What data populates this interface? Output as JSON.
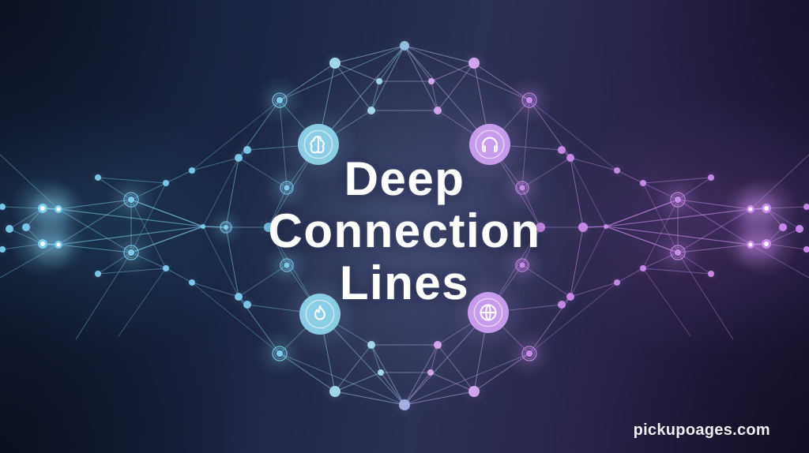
{
  "title": {
    "lines": [
      "Deep",
      "Connection",
      "Lines"
    ]
  },
  "watermark": "pickupoages.com",
  "palette": {
    "background_left": "#16213a",
    "background_center": "#2c3156",
    "background_right": "#211c3c",
    "text_color": "#ffffff",
    "accent_cyan": "#5fd3ff",
    "accent_purple": "#d27bff",
    "node_colors": {
      "c": "#7ecbec",
      "cl": "#a6dcf2",
      "p": "#c88ceb",
      "pl": "#d6aaf2",
      "bt": "#96c2e2",
      "bb": "#a9b2e8",
      "ci": "#8ed2ea",
      "pi": "#cb9ff0"
    },
    "line_base_opacity": 0.42
  },
  "icons": [
    {
      "name": "brain-icon",
      "glyph": "brain",
      "side": "top-left",
      "color": "cyan"
    },
    {
      "name": "headphones-icon",
      "glyph": "headphones",
      "side": "top-right",
      "color": "purple"
    },
    {
      "name": "flame-icon",
      "glyph": "flame",
      "side": "bottom-left",
      "color": "cyan"
    },
    {
      "name": "globe-icon",
      "glyph": "globe",
      "side": "bottom-right",
      "color": "purple"
    }
  ],
  "network": {
    "nodes": [
      [
        512,
        58,
        6,
        "bt",
        "p"
      ],
      [
        600,
        80,
        7,
        "pl",
        "p"
      ],
      [
        670,
        127,
        9,
        "p",
        "r"
      ],
      [
        722,
        200,
        5,
        "p",
        "p"
      ],
      [
        738,
        288,
        6,
        "p",
        "p"
      ],
      [
        722,
        376,
        5,
        "p",
        "p"
      ],
      [
        670,
        448,
        9,
        "p",
        "r"
      ],
      [
        600,
        496,
        7,
        "pl",
        "p"
      ],
      [
        512,
        513,
        7,
        "bb",
        "p"
      ],
      [
        424,
        496,
        7,
        "cl",
        "p"
      ],
      [
        354,
        448,
        9,
        "c",
        "r"
      ],
      [
        302,
        376,
        5,
        "c",
        "p"
      ],
      [
        286,
        288,
        7,
        "c",
        "r"
      ],
      [
        302,
        200,
        5,
        "c",
        "p"
      ],
      [
        354,
        127,
        9,
        "c",
        "r"
      ],
      [
        424,
        80,
        7,
        "cl",
        "p"
      ],
      [
        403,
        183,
        26,
        "ci",
        "i",
        "brain"
      ],
      [
        620,
        183,
        26,
        "pi",
        "i",
        "headphones"
      ],
      [
        405,
        398,
        26,
        "ci",
        "i",
        "flame"
      ],
      [
        618,
        396,
        26,
        "pi",
        "i",
        "globe"
      ],
      [
        480,
        103,
        4,
        "cl",
        "p"
      ],
      [
        546,
        103,
        4,
        "pl",
        "p"
      ],
      [
        470,
        140,
        5,
        "cl",
        "p"
      ],
      [
        554,
        140,
        5,
        "pl",
        "p"
      ],
      [
        340,
        288,
        6,
        "c",
        "p"
      ],
      [
        363,
        238,
        8,
        "c",
        "r"
      ],
      [
        363,
        336,
        8,
        "c",
        "r"
      ],
      [
        684,
        288,
        6,
        "p",
        "p"
      ],
      [
        661,
        238,
        8,
        "p",
        "r"
      ],
      [
        661,
        336,
        8,
        "p",
        "r"
      ],
      [
        313,
        190,
        5,
        "c",
        "p"
      ],
      [
        711,
        190,
        5,
        "p",
        "p"
      ],
      [
        313,
        386,
        5,
        "c",
        "p"
      ],
      [
        711,
        386,
        5,
        "p",
        "p"
      ],
      [
        470,
        437,
        5,
        "cl",
        "p"
      ],
      [
        554,
        437,
        5,
        "pl",
        "p"
      ],
      [
        482,
        472,
        4,
        "cl",
        "p"
      ],
      [
        545,
        472,
        4,
        "pl",
        "p"
      ],
      [
        3,
        262,
        4,
        "c",
        "p"
      ],
      [
        12,
        290,
        5,
        "c",
        "p"
      ],
      [
        3,
        316,
        4,
        "c",
        "p"
      ],
      [
        54,
        264,
        6,
        "c",
        "g"
      ],
      [
        74,
        265,
        5,
        "c",
        "g"
      ],
      [
        54,
        309,
        6,
        "c",
        "g"
      ],
      [
        74,
        310,
        5,
        "c",
        "g"
      ],
      [
        33,
        288,
        5,
        "c",
        "p"
      ],
      [
        124,
        225,
        4,
        "c",
        "p"
      ],
      [
        124,
        347,
        4,
        "c",
        "p"
      ],
      [
        166,
        253,
        9,
        "c",
        "r"
      ],
      [
        166,
        320,
        9,
        "c",
        "r"
      ],
      [
        210,
        232,
        4,
        "c",
        "p"
      ],
      [
        210,
        340,
        4,
        "c",
        "p"
      ],
      [
        243,
        216,
        4,
        "c",
        "p"
      ],
      [
        243,
        358,
        4,
        "c",
        "p"
      ],
      [
        257,
        287,
        3,
        "c",
        "p"
      ],
      [
        1021,
        262,
        4,
        "p",
        "p"
      ],
      [
        1012,
        290,
        5,
        "p",
        "p"
      ],
      [
        1021,
        316,
        4,
        "p",
        "p"
      ],
      [
        970,
        264,
        6,
        "p",
        "g"
      ],
      [
        950,
        265,
        5,
        "p",
        "g"
      ],
      [
        970,
        309,
        6,
        "p",
        "g"
      ],
      [
        950,
        310,
        5,
        "p",
        "g"
      ],
      [
        991,
        288,
        5,
        "p",
        "p"
      ],
      [
        900,
        225,
        4,
        "p",
        "p"
      ],
      [
        900,
        347,
        4,
        "p",
        "p"
      ],
      [
        858,
        253,
        9,
        "p",
        "r"
      ],
      [
        858,
        320,
        9,
        "p",
        "r"
      ],
      [
        814,
        232,
        4,
        "p",
        "p"
      ],
      [
        814,
        340,
        4,
        "p",
        "p"
      ],
      [
        781,
        216,
        4,
        "p",
        "p"
      ],
      [
        781,
        358,
        4,
        "p",
        "p"
      ],
      [
        767,
        287,
        3,
        "p",
        "p"
      ],
      [
        0,
        196,
        0,
        "c",
        "x"
      ],
      [
        0,
        352,
        0,
        "c",
        "x"
      ],
      [
        96,
        430,
        0,
        "c",
        "x"
      ],
      [
        150,
        426,
        0,
        "c",
        "x"
      ],
      [
        1024,
        196,
        0,
        "p",
        "x"
      ],
      [
        1024,
        352,
        0,
        "p",
        "x"
      ],
      [
        928,
        430,
        0,
        "p",
        "x"
      ],
      [
        874,
        426,
        0,
        "p",
        "x"
      ]
    ],
    "edges": [
      [
        0,
        1,
        0.55
      ],
      [
        1,
        2,
        0.55
      ],
      [
        2,
        3,
        0.55
      ],
      [
        3,
        4,
        0.55
      ],
      [
        4,
        5,
        0.55
      ],
      [
        5,
        6,
        0.55
      ],
      [
        6,
        7,
        0.55
      ],
      [
        7,
        8,
        0.55
      ],
      [
        8,
        9,
        0.55
      ],
      [
        9,
        10,
        0.55
      ],
      [
        10,
        11,
        0.55
      ],
      [
        11,
        12,
        0.55
      ],
      [
        12,
        13,
        0.55
      ],
      [
        13,
        14,
        0.55
      ],
      [
        14,
        15,
        0.55
      ],
      [
        15,
        0,
        0.55
      ],
      [
        0,
        20,
        0.5
      ],
      [
        0,
        21,
        0.5
      ],
      [
        0,
        22,
        0.5
      ],
      [
        0,
        23,
        0.5
      ],
      [
        0,
        16,
        0.5
      ],
      [
        0,
        17,
        0.5
      ],
      [
        0,
        14,
        0.45
      ],
      [
        0,
        2,
        0.45
      ],
      [
        15,
        20,
        0.45
      ],
      [
        15,
        22,
        0.45
      ],
      [
        1,
        21,
        0.45
      ],
      [
        1,
        23,
        0.45
      ],
      [
        15,
        16,
        0.5
      ],
      [
        1,
        17,
        0.5
      ],
      [
        8,
        34,
        0.5
      ],
      [
        8,
        35,
        0.5
      ],
      [
        8,
        36,
        0.5
      ],
      [
        8,
        37,
        0.5
      ],
      [
        8,
        18,
        0.5
      ],
      [
        8,
        19,
        0.5
      ],
      [
        8,
        10,
        0.45
      ],
      [
        8,
        6,
        0.45
      ],
      [
        9,
        34,
        0.45
      ],
      [
        9,
        36,
        0.45
      ],
      [
        7,
        35,
        0.45
      ],
      [
        7,
        37,
        0.45
      ],
      [
        9,
        18,
        0.5
      ],
      [
        7,
        19,
        0.5
      ],
      [
        20,
        21
      ],
      [
        20,
        22
      ],
      [
        21,
        23
      ],
      [
        22,
        23
      ],
      [
        22,
        16
      ],
      [
        23,
        17
      ],
      [
        16,
        14
      ],
      [
        16,
        30
      ],
      [
        16,
        25
      ],
      [
        16,
        24
      ],
      [
        17,
        2
      ],
      [
        17,
        31
      ],
      [
        17,
        28
      ],
      [
        17,
        27
      ],
      [
        18,
        10
      ],
      [
        18,
        32
      ],
      [
        18,
        26
      ],
      [
        18,
        24
      ],
      [
        18,
        34
      ],
      [
        19,
        6
      ],
      [
        19,
        33
      ],
      [
        19,
        29
      ],
      [
        19,
        27
      ],
      [
        19,
        35
      ],
      [
        25,
        14
      ],
      [
        25,
        13
      ],
      [
        24,
        12
      ],
      [
        24,
        26
      ],
      [
        26,
        11
      ],
      [
        30,
        13
      ],
      [
        32,
        11
      ],
      [
        25,
        24
      ],
      [
        28,
        2
      ],
      [
        28,
        3
      ],
      [
        27,
        4
      ],
      [
        27,
        29
      ],
      [
        29,
        5
      ],
      [
        31,
        3
      ],
      [
        33,
        5
      ],
      [
        28,
        27
      ],
      [
        34,
        35
      ],
      [
        34,
        36
      ],
      [
        35,
        37
      ],
      [
        36,
        37
      ],
      [
        38,
        41
      ],
      [
        39,
        41
      ],
      [
        39,
        43
      ],
      [
        40,
        43
      ],
      [
        45,
        41
      ],
      [
        45,
        43
      ],
      [
        41,
        42,
        0.9,
        1.5
      ],
      [
        43,
        44,
        0.9,
        1.5
      ],
      [
        42,
        48,
        0.55
      ],
      [
        44,
        49,
        0.55
      ],
      [
        42,
        49,
        0.5
      ],
      [
        44,
        48,
        0.5
      ],
      [
        46,
        48
      ],
      [
        47,
        49
      ],
      [
        46,
        50
      ],
      [
        47,
        51
      ],
      [
        48,
        49,
        0.5
      ],
      [
        48,
        50
      ],
      [
        49,
        51
      ],
      [
        50,
        52
      ],
      [
        51,
        53
      ],
      [
        48,
        54,
        0.7,
        1.4
      ],
      [
        49,
        54,
        0.7,
        1.4
      ],
      [
        42,
        54,
        0.55,
        1.3
      ],
      [
        44,
        54,
        0.55,
        1.3
      ],
      [
        54,
        12,
        0.7,
        1.4
      ],
      [
        52,
        13
      ],
      [
        53,
        11
      ],
      [
        52,
        14,
        0.35
      ],
      [
        53,
        10,
        0.35
      ],
      [
        48,
        51,
        0.35
      ],
      [
        49,
        50,
        0.35
      ],
      [
        54,
        13,
        0.35
      ],
      [
        54,
        11,
        0.35
      ],
      [
        72,
        42,
        0.4
      ],
      [
        73,
        44,
        0.4
      ],
      [
        74,
        49,
        0.4
      ],
      [
        75,
        51,
        0.35
      ],
      [
        55,
        58
      ],
      [
        56,
        58
      ],
      [
        56,
        60
      ],
      [
        57,
        60
      ],
      [
        62,
        58
      ],
      [
        62,
        60
      ],
      [
        58,
        59,
        0.9,
        1.5
      ],
      [
        60,
        61,
        0.9,
        1.5
      ],
      [
        59,
        65,
        0.55
      ],
      [
        61,
        66,
        0.55
      ],
      [
        59,
        66,
        0.5
      ],
      [
        61,
        65,
        0.5
      ],
      [
        63,
        65
      ],
      [
        64,
        66
      ],
      [
        63,
        67
      ],
      [
        64,
        68
      ],
      [
        65,
        66,
        0.5
      ],
      [
        65,
        67
      ],
      [
        66,
        68
      ],
      [
        67,
        69
      ],
      [
        68,
        70
      ],
      [
        65,
        71,
        0.7,
        1.4
      ],
      [
        66,
        71,
        0.7,
        1.4
      ],
      [
        59,
        71,
        0.55,
        1.3
      ],
      [
        61,
        71,
        0.55,
        1.3
      ],
      [
        71,
        4,
        0.7,
        1.4
      ],
      [
        69,
        3
      ],
      [
        70,
        5
      ],
      [
        69,
        2,
        0.35
      ],
      [
        70,
        6,
        0.35
      ],
      [
        65,
        68,
        0.35
      ],
      [
        66,
        67,
        0.35
      ],
      [
        71,
        3,
        0.35
      ],
      [
        71,
        5,
        0.35
      ],
      [
        76,
        59,
        0.4
      ],
      [
        77,
        61,
        0.4
      ],
      [
        78,
        66,
        0.4
      ],
      [
        79,
        68,
        0.35
      ]
    ]
  }
}
